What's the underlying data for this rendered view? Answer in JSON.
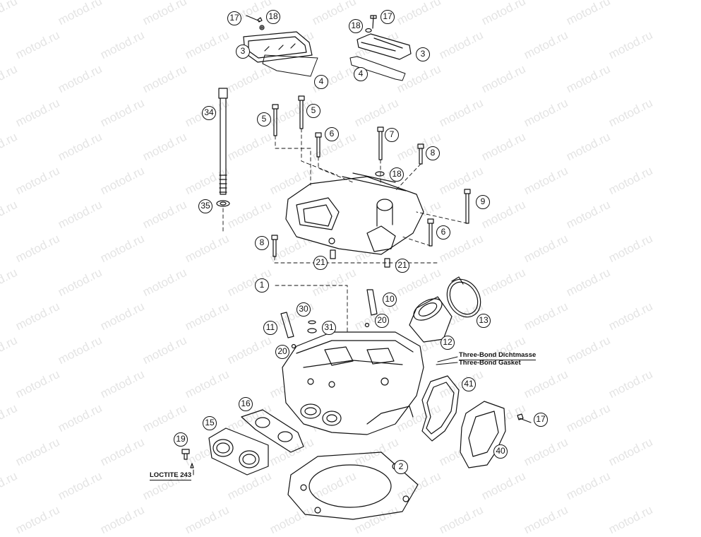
{
  "watermark": "motod.ru",
  "notes": {
    "three_bond_dichtmasse": "Three-Bond Dichtmasse",
    "three_bond_gasket": "Three-Bond Gasket",
    "loctite": "LOCTITE 243"
  },
  "callouts": [
    "17",
    "18",
    "3",
    "4",
    "17",
    "18",
    "3",
    "4",
    "34",
    "5",
    "5",
    "6",
    "7",
    "18",
    "8",
    "9",
    "35",
    "8",
    "6",
    "21",
    "21",
    "1",
    "10",
    "20",
    "30",
    "31",
    "11",
    "13",
    "12",
    "20",
    "41",
    "16",
    "15",
    "19",
    "17",
    "40",
    "2"
  ],
  "colors": {
    "line": "#111111",
    "watermark": "#e4e4e4"
  }
}
